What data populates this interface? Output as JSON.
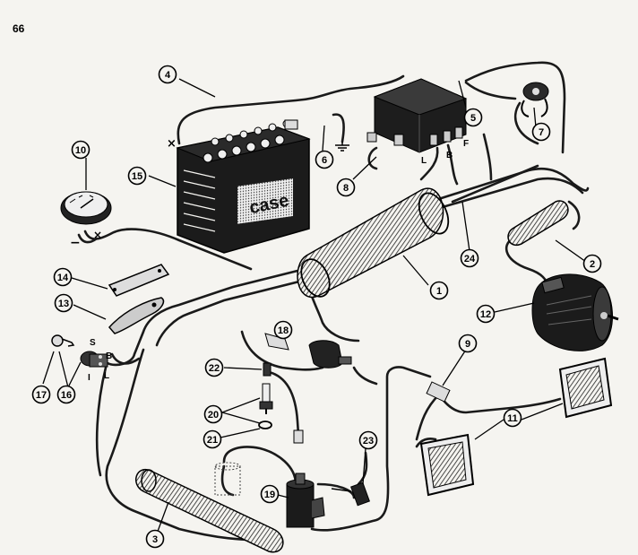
{
  "page": {
    "number": "66"
  },
  "brand_label": "case",
  "terminal_labels": {
    "regulator_L": "L",
    "regulator_B": "B",
    "regulator_F": "F",
    "switch_S": "S",
    "switch_B": "B",
    "switch_I": "I",
    "switch_L": "L"
  },
  "polarity_marks": {
    "battery_negative": "×",
    "gauge_minus": "−",
    "gauge_x": "×"
  },
  "callouts": [
    {
      "num": "1"
    },
    {
      "num": "2"
    },
    {
      "num": "3"
    },
    {
      "num": "4"
    },
    {
      "num": "5"
    },
    {
      "num": "6"
    },
    {
      "num": "7"
    },
    {
      "num": "8"
    },
    {
      "num": "9"
    },
    {
      "num": "10"
    },
    {
      "num": "11"
    },
    {
      "num": "12"
    },
    {
      "num": "13"
    },
    {
      "num": "14"
    },
    {
      "num": "15"
    },
    {
      "num": "16"
    },
    {
      "num": "17"
    },
    {
      "num": "18"
    },
    {
      "num": "19"
    },
    {
      "num": "20"
    },
    {
      "num": "21"
    },
    {
      "num": "22"
    },
    {
      "num": "23"
    },
    {
      "num": "24"
    }
  ]
}
